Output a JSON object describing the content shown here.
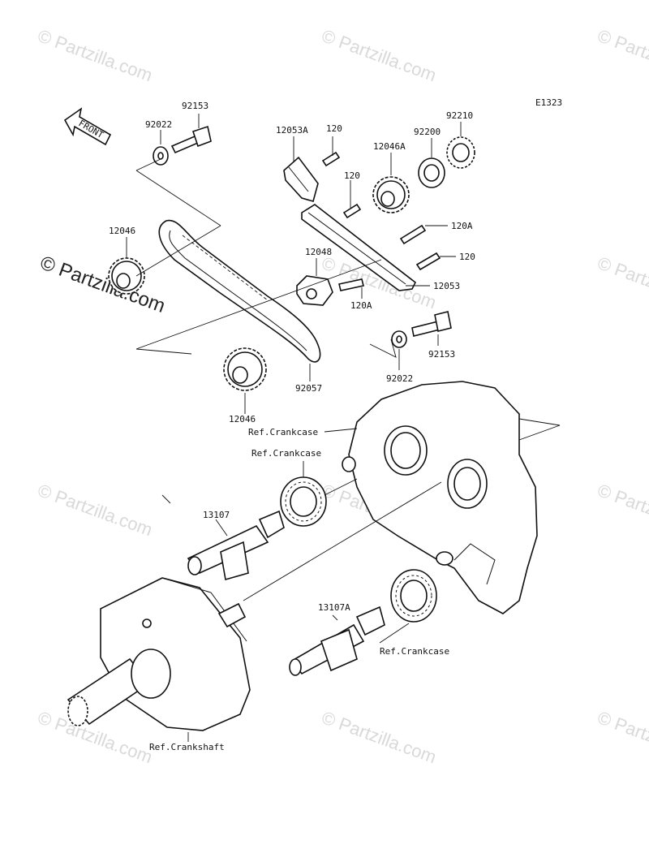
{
  "diagram_code": "E1323",
  "front_arrow_label": "FRONT",
  "watermark_text": "© Partzilla.com",
  "labels": {
    "p92153_top": "92153",
    "p92022_top": "92022",
    "p12053A": "12053A",
    "p120_a": "120",
    "p12046A": "12046A",
    "p92200": "92200",
    "p92210": "92210",
    "p120_b": "120",
    "p120A_a": "120A",
    "p120_c": "120",
    "p12046_left": "12046",
    "p12048": "12048",
    "p12053": "12053",
    "p120A_b": "120A",
    "p92153_bot": "92153",
    "p92022_bot": "92022",
    "p92057": "92057",
    "p12046_bot": "12046",
    "ref_crankcase_1": "Ref.Crankcase",
    "ref_crankcase_2": "Ref.Crankcase",
    "p13107": "13107",
    "p13107A": "13107A",
    "ref_crankcase_3": "Ref.Crankcase",
    "ref_crankshaft": "Ref.Crankshaft"
  }
}
